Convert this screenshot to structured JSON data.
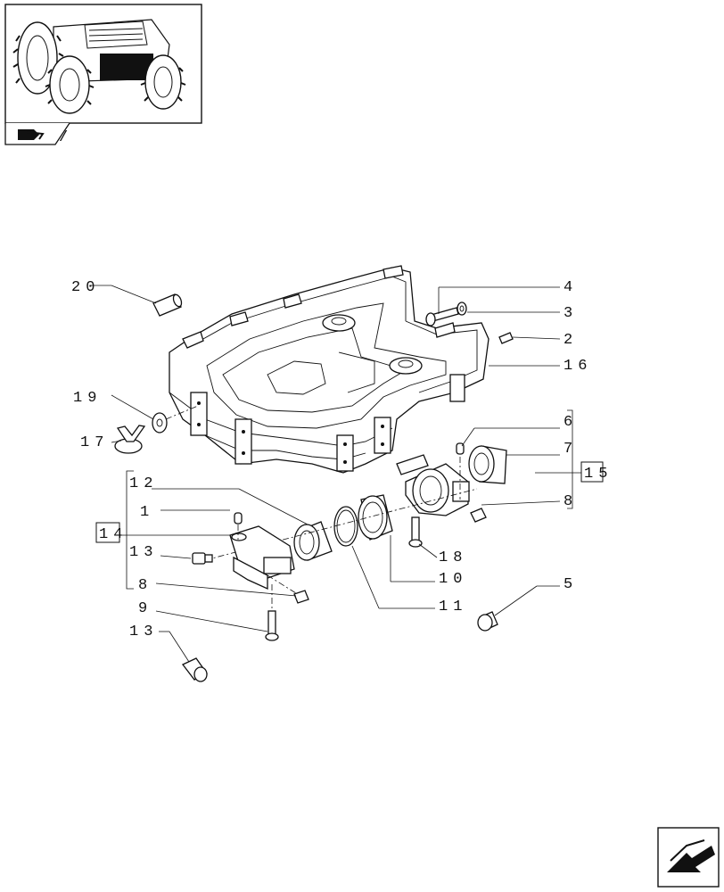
{
  "thumbnail": {
    "description_icon": "tractor-thumbnail-icon",
    "page_marker": "/"
  },
  "labels": {
    "l1": "1",
    "l2": "2",
    "l3": "3",
    "l4": "4",
    "l5": "5",
    "l6": "6",
    "l7": "7",
    "l8a": "8",
    "l8b": "8",
    "l9": "9",
    "l10": "10",
    "l11": "11",
    "l12": "12",
    "l13a": "13",
    "l13b": "13",
    "l14": "14",
    "l15": "15",
    "l16": "16",
    "l17": "17",
    "l18": "18",
    "l19": "19",
    "l20": "20"
  },
  "nav": {
    "next_icon": "next-page-arrow-icon"
  }
}
